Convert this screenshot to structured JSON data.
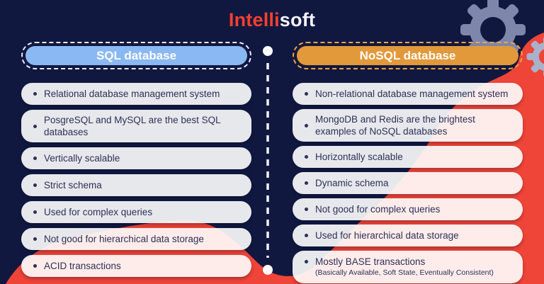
{
  "brand": {
    "name": "Intellisoft",
    "part1": "Intelli",
    "part2": "soft"
  },
  "colors": {
    "background_navy": "#111840",
    "accent_red": "#ef4438",
    "sql_header_blue": "#8ab8f2",
    "nosql_header_orange": "#e2993a",
    "header_dash_white": "#e9edff",
    "header_dash_orange": "#efa63e",
    "pill_background": "rgba(255,255,255,0.9)",
    "pill_text_navy": "#2c3156",
    "gear_slate": "#7d86ab",
    "gear_slate_light": "#a9b1cb",
    "brand_red": "#f4402e"
  },
  "icons": {
    "gear_large": "gear-icon",
    "gear_small": "gear-icon",
    "divider": "dotted-divider"
  },
  "columns": [
    {
      "title": "SQL database",
      "items": [
        {
          "text": "Relational database management system"
        },
        {
          "text": "PosgreSQL and MySQL are the best SQL databases"
        },
        {
          "text": "Vertically scalable"
        },
        {
          "text": "Strict schema"
        },
        {
          "text": "Used for complex queries"
        },
        {
          "text": "Not good for hierarchical data storage"
        },
        {
          "text": "ACID transactions"
        }
      ]
    },
    {
      "title": "NoSQL database",
      "items": [
        {
          "text": "Non-relational database management system"
        },
        {
          "text": "MongoDB and Redis are the brightest examples of NoSQL databases"
        },
        {
          "text": "Horizontally scalable"
        },
        {
          "text": "Dynamic schema"
        },
        {
          "text": "Not good for complex queries"
        },
        {
          "text": "Used for hierarchical data storage"
        },
        {
          "text": "Mostly BASE transactions",
          "note": "(Basically Available, Soft State, Eventually Consistent)"
        }
      ]
    }
  ]
}
